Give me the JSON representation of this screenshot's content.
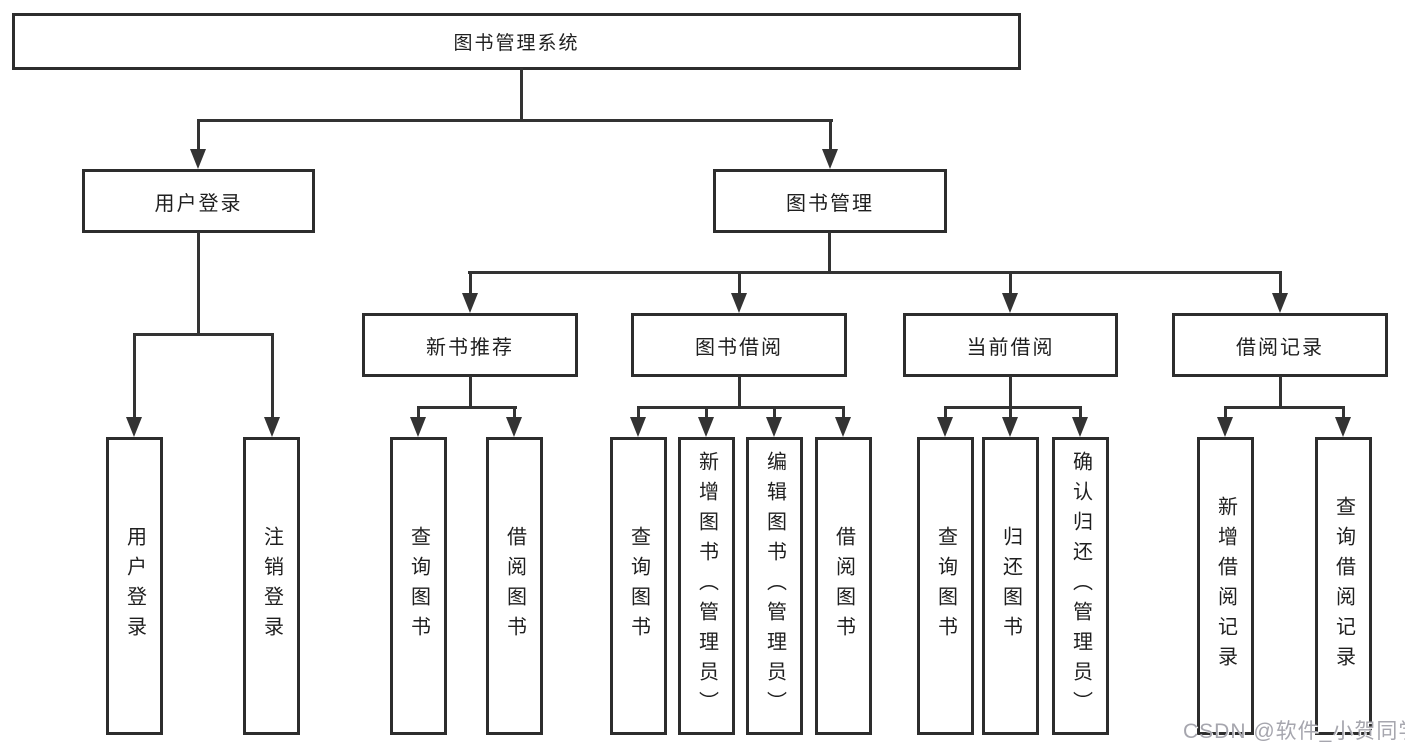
{
  "title": "图书管理系统",
  "watermark": "CSDN @软件_小贺同学",
  "colors": {
    "background": "#ffffff",
    "box_border": "#2d2d2d",
    "connector_line": "#333333",
    "text": "#1f1f1f",
    "watermark_text": "#a6a6ae"
  },
  "nodes": {
    "root": "图书管理系统",
    "user_login": "用户登录",
    "book_management": "图书管理",
    "new_book_recommend": "新书推荐",
    "book_borrowing": "图书借阅",
    "current_borrowing": "当前借阅",
    "borrowing_records": "借阅记录",
    "leaf_user_login": "用户登录",
    "leaf_logout": "注销登录",
    "leaf_query_books_rec": "查询图书",
    "leaf_borrow_books_rec": "借阅图书",
    "leaf_query_books_borrow": "查询图书",
    "leaf_add_book_admin": "新增图书（管理员）",
    "leaf_edit_book_admin": "编辑图书（管理员）",
    "leaf_borrow_books_borrow": "借阅图书",
    "leaf_query_books_current": "查询图书",
    "leaf_return_book": "归还图书",
    "leaf_confirm_return_admin": "确认归还（管理员）",
    "leaf_add_borrow_record": "新增借阅记录",
    "leaf_query_borrow_record": "查询借阅记录"
  }
}
